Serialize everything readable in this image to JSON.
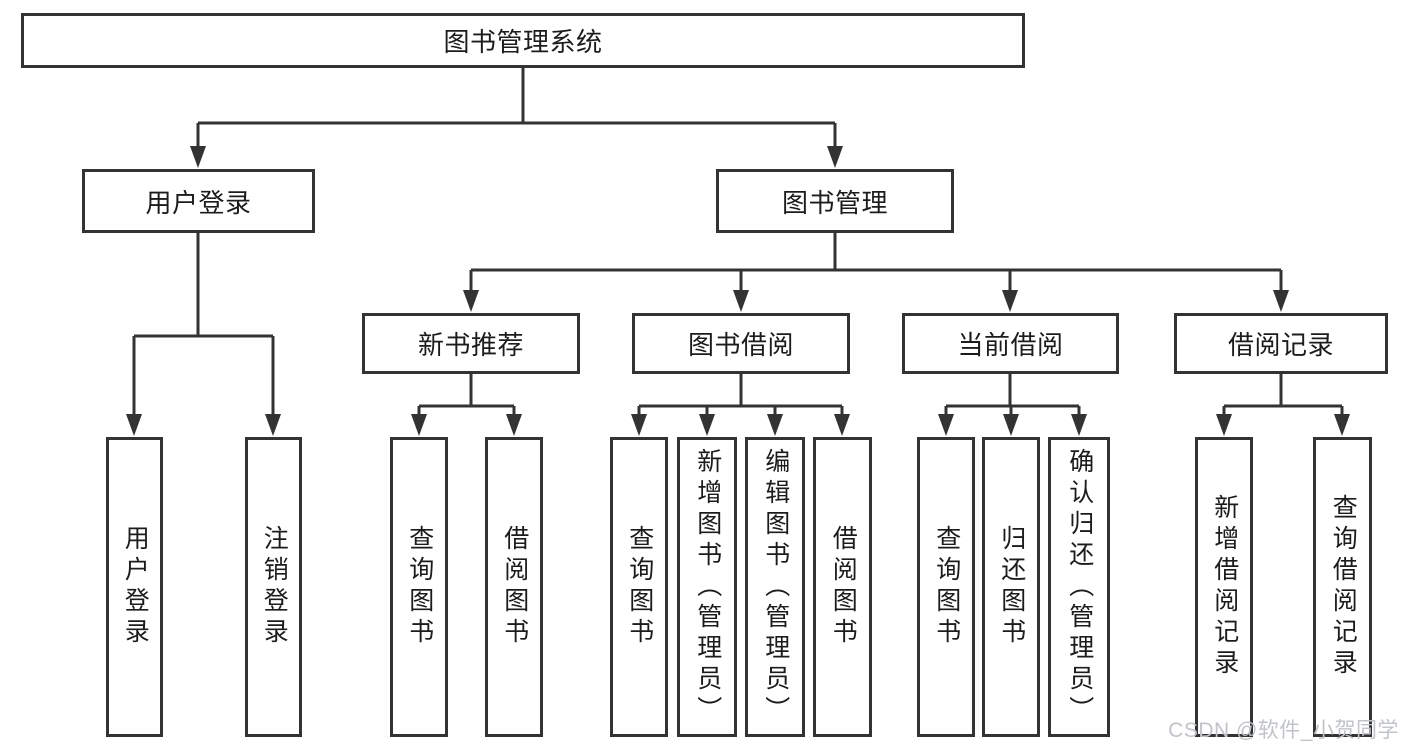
{
  "diagram_title": "图书管理系统",
  "watermark": "CSDN @软件_小贺同学",
  "palette": {
    "line": "#333333",
    "text": "#1c1c1c",
    "background": "#ffffff",
    "watermark": "#c0c3c8"
  },
  "nodes": {
    "root": {
      "label": "图书管理系统"
    },
    "user_login": {
      "label": "用户登录"
    },
    "book_management": {
      "label": "图书管理"
    },
    "new_book_recommend": {
      "label": "新书推荐"
    },
    "book_borrow": {
      "label": "图书借阅"
    },
    "current_borrow": {
      "label": "当前借阅"
    },
    "borrow_records": {
      "label": "借阅记录"
    },
    "leaf_user_login": {
      "label": "用户登录"
    },
    "leaf_logout": {
      "label": "注销登录"
    },
    "leaf_recommend_query_books": {
      "label": "查询图书"
    },
    "leaf_recommend_borrow_books": {
      "label": "借阅图书"
    },
    "leaf_borrow_query_books": {
      "label": "查询图书"
    },
    "leaf_borrow_add_books": {
      "label": "新增图书（管理员）"
    },
    "leaf_borrow_edit_books": {
      "label": "编辑图书（管理员）"
    },
    "leaf_borrow_borrow_books": {
      "label": "借阅图书"
    },
    "leaf_current_query_books": {
      "label": "查询图书"
    },
    "leaf_current_return_books": {
      "label": "归还图书"
    },
    "leaf_current_confirm_return": {
      "label": "确认归还（管理员）"
    },
    "leaf_records_add_record": {
      "label": "新增借阅记录"
    },
    "leaf_records_query_record": {
      "label": "查询借阅记录"
    }
  }
}
